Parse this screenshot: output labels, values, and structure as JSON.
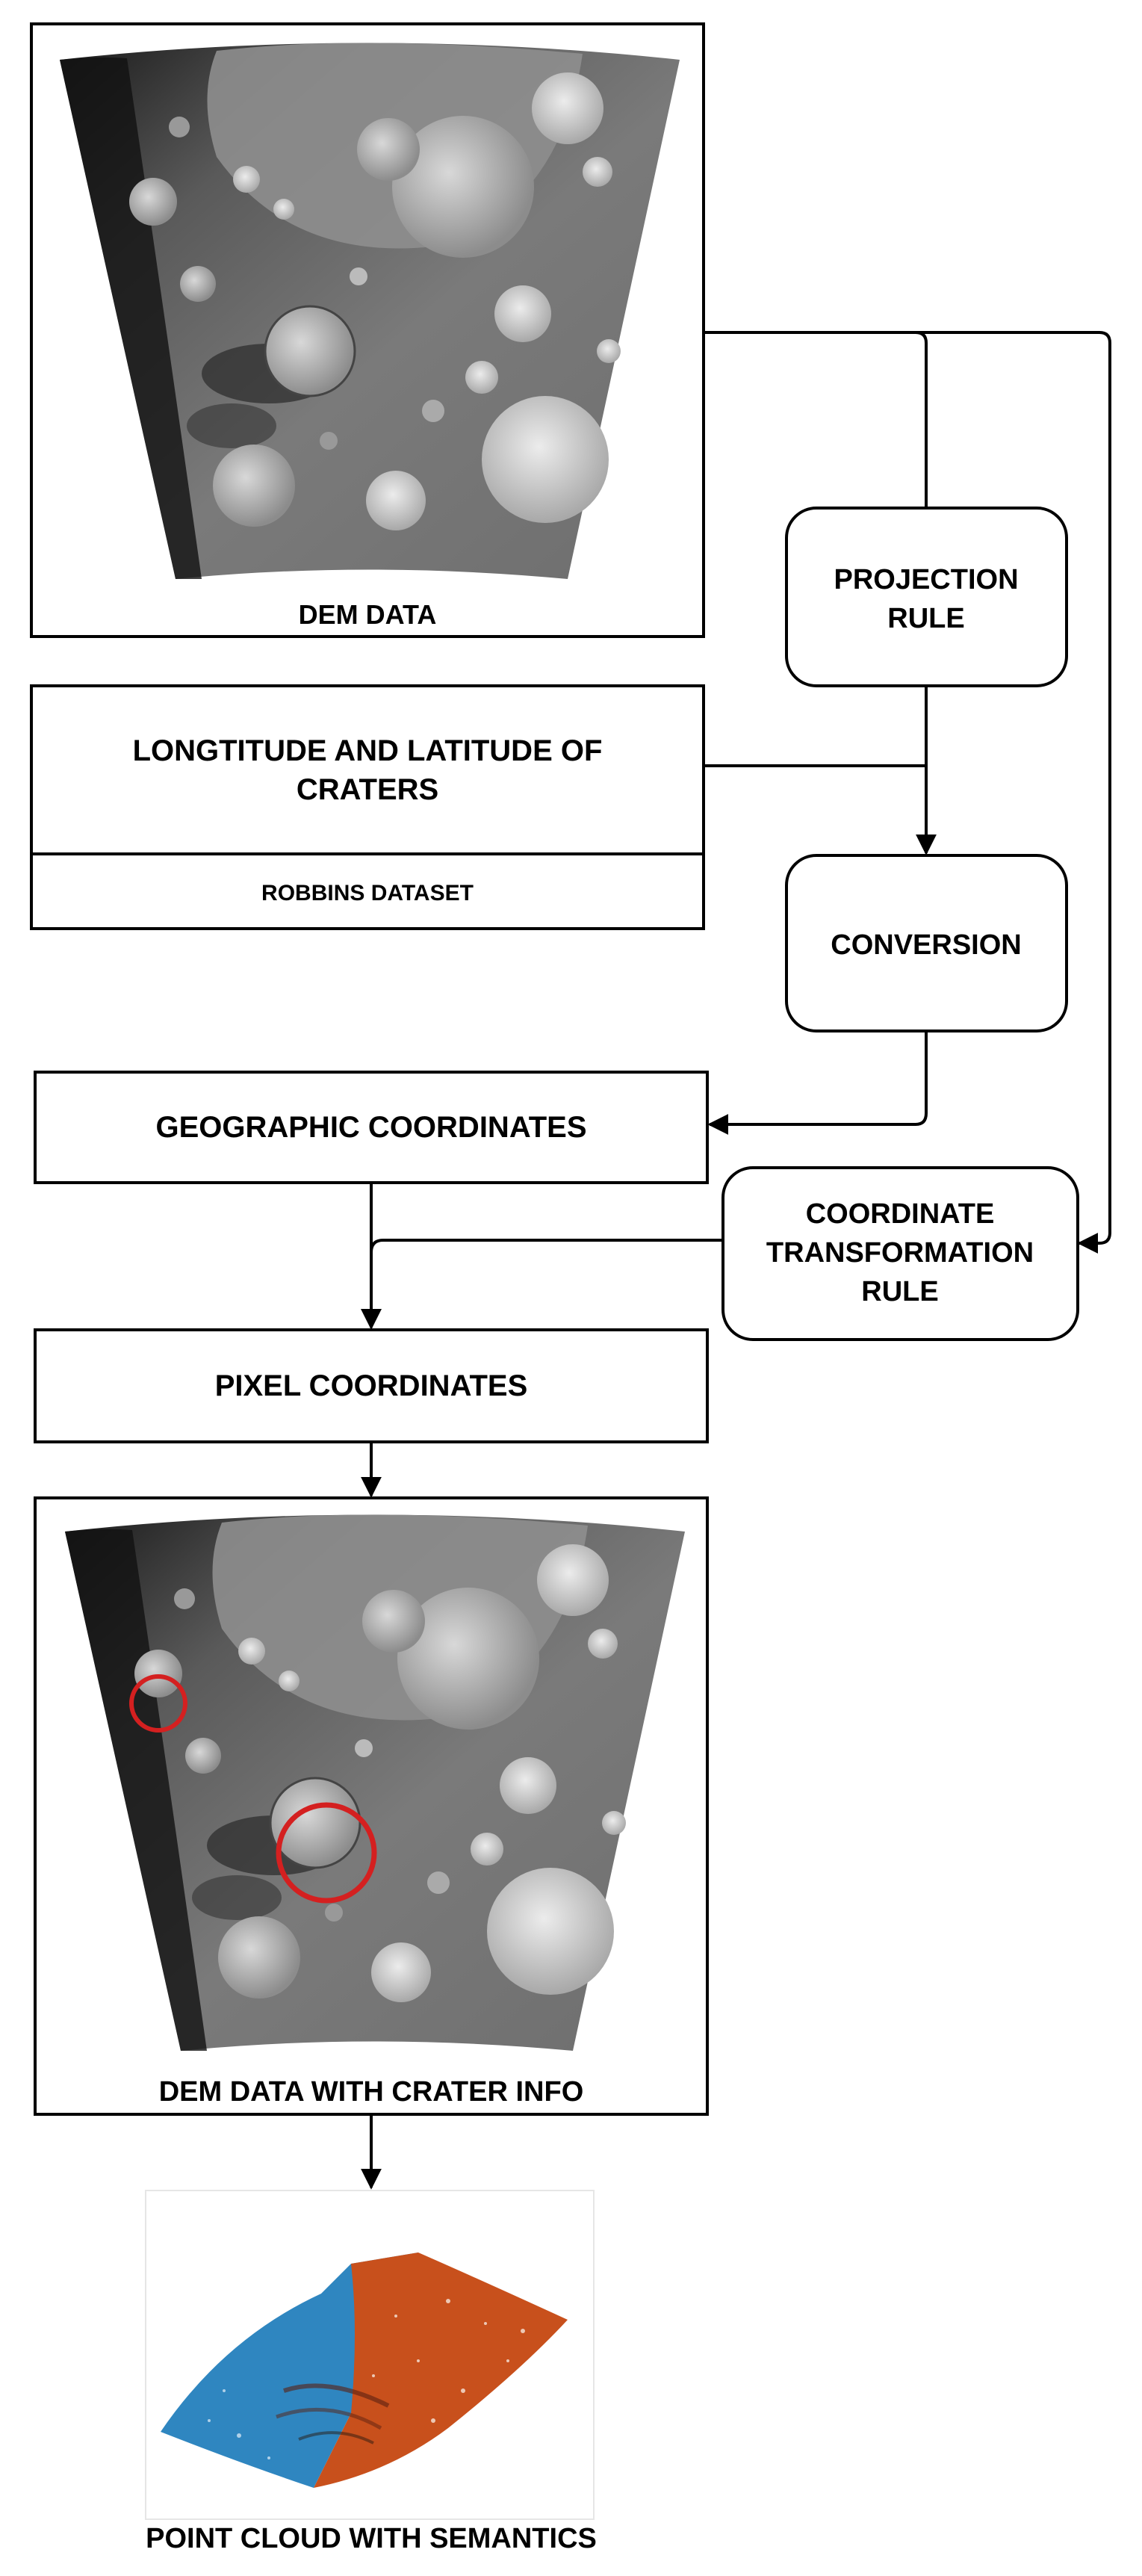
{
  "nodes": {
    "dem_data": "DEM DATA",
    "projection_rule_line1": "PROJECTION",
    "projection_rule_line2": "RULE",
    "crater_coords_line1": "LONGTITUDE AND LATITUDE  OF",
    "crater_coords_line2": "CRATERS",
    "robbins_dataset": "ROBBINS DATASET",
    "conversion": "CONVERSION",
    "geographic_coordinates": "GEOGRAPHIC COORDINATES",
    "coord_transform_line1": "COORDINATE",
    "coord_transform_line2": "TRANSFORMATION",
    "coord_transform_line3": "RULE",
    "pixel_coordinates": "PIXEL COORDINATES",
    "dem_with_crater_info": "DEM DATA WITH CRATER INFO",
    "point_cloud": "POINT CLOUD WITH SEMANTICS"
  },
  "colors": {
    "stroke": "#000000",
    "crater_highlight": "#d42020",
    "cloud_orange": "#c8501c",
    "cloud_blue": "#2f86c0"
  },
  "icons": {
    "dem_image": "dem-grayscale-image",
    "dem_annotated_image": "dem-annotated-image",
    "point_cloud_image": "point-cloud-render"
  }
}
